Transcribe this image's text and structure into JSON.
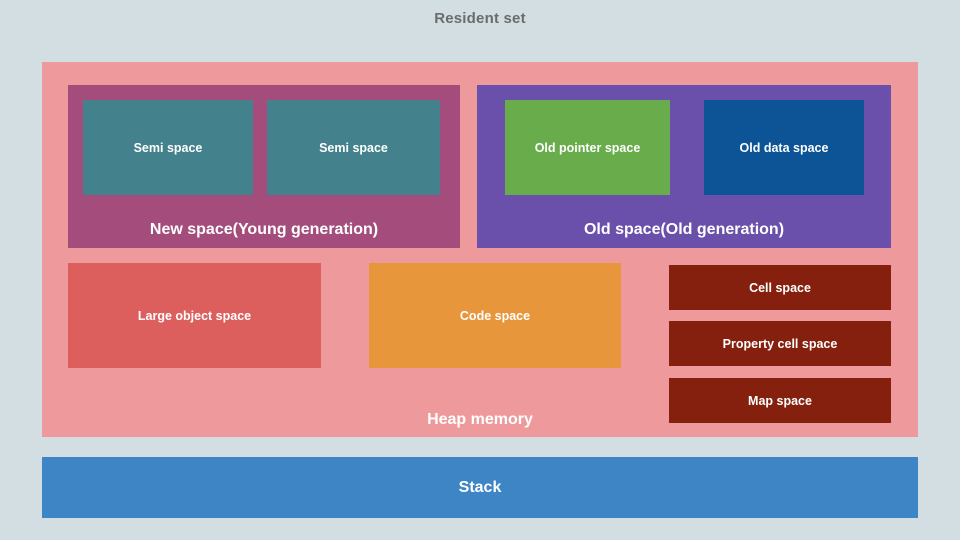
{
  "title": "Resident set",
  "colors": {
    "background": "#d2dee2",
    "title_text": "#6c6c6c",
    "heap_memory": "#ee9a9d",
    "new_space": "#a44d7c",
    "semi_space": "#43818d",
    "old_space": "#6a4fab",
    "old_pointer_space": "#68ac4c",
    "old_data_space": "#0d5496",
    "large_object_space": "#dd5f5d",
    "code_space": "#e8963b",
    "brick_space": "#85200e",
    "stack": "#3e85c6",
    "box_text": "#ffffff"
  },
  "heap": {
    "label": "Heap memory",
    "new_space": {
      "label": "New space(Young generation)",
      "children": [
        {
          "label": "Semi space"
        },
        {
          "label": "Semi space"
        }
      ]
    },
    "old_space": {
      "label": "Old space(Old generation)",
      "children": [
        {
          "label": "Old pointer space"
        },
        {
          "label": "Old data space"
        }
      ]
    },
    "other_spaces": [
      {
        "label": "Large object space"
      },
      {
        "label": "Code space"
      }
    ],
    "right_spaces": [
      {
        "label": "Cell space"
      },
      {
        "label": "Property cell space"
      },
      {
        "label": "Map space"
      }
    ]
  },
  "stack": {
    "label": "Stack"
  }
}
